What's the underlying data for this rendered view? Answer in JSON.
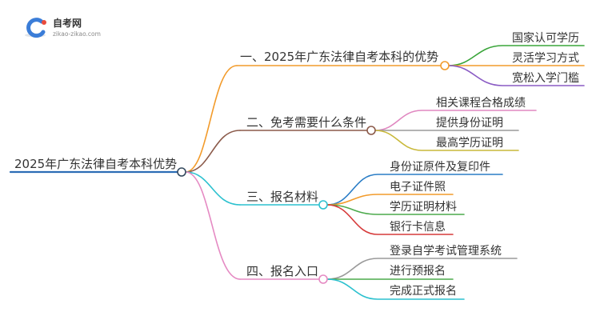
{
  "logo": {
    "name": "自考网",
    "site": "zikao-zikao.com",
    "icon": "zikao-logo-icon"
  },
  "root": {
    "label": "2025年广东法律自考本科优势",
    "color": "#2d6db5",
    "node_color": "#34495e"
  },
  "branches": [
    {
      "label": "一、2025年广东法律自考本科的优势",
      "color": "#f29b2b",
      "children": [
        {
          "label": "国家认可学历",
          "color": "#3aa53a"
        },
        {
          "label": "灵活学习方式",
          "color": "#f29b2b"
        },
        {
          "label": "宽松入学门槛",
          "color": "#8a5bc4"
        }
      ]
    },
    {
      "label": "二、免考需要什么条件",
      "color": "#8b5a4a",
      "children": [
        {
          "label": "相关课程合格成绩",
          "color": "#e087c0"
        },
        {
          "label": "提供身份证明",
          "color": "#9a9a9a"
        },
        {
          "label": "最高学历证明",
          "color": "#c9b93a"
        }
      ]
    },
    {
      "label": "三、报名材料",
      "color": "#2cc1cf",
      "children": [
        {
          "label": "身份证原件及复印件",
          "color": "#2a7dc6"
        },
        {
          "label": "电子证件照",
          "color": "#f29b2b"
        },
        {
          "label": "学历证明材料",
          "color": "#4caa4c"
        },
        {
          "label": "银行卡信息",
          "color": "#d63a3a"
        }
      ]
    },
    {
      "label": "四、报名入口",
      "color": "#e58ac3",
      "children": [
        {
          "label": "登录自学考试管理系统",
          "color": "#9a9a9a"
        },
        {
          "label": "进行预报名",
          "color": "#4caa4c"
        },
        {
          "label": "完成正式报名",
          "color": "#2cc1cf"
        }
      ]
    }
  ]
}
